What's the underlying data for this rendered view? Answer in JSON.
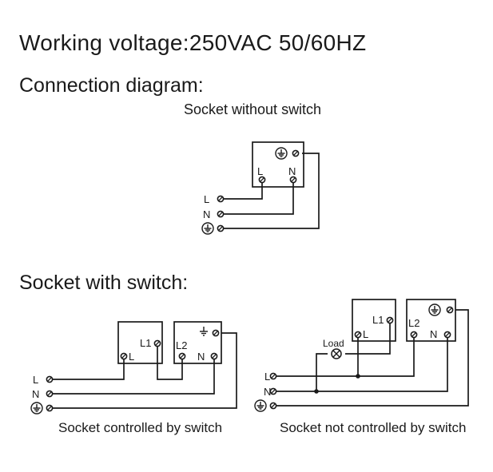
{
  "header": {
    "voltage": "Working voltage:250VAC  50/60HZ",
    "connection_title": "Connection diagram:"
  },
  "diagram1": {
    "title": "Socket without switch",
    "terminal_l": "L",
    "terminal_n": "N",
    "wire_l": "L",
    "wire_n": "N"
  },
  "switch_section": {
    "title": "Socket with switch:"
  },
  "diagram2": {
    "caption": "Socket controlled by switch",
    "terminal_l1": "L1",
    "terminal_l": "L",
    "terminal_l2": "L2",
    "terminal_n": "N",
    "wire_l": "L",
    "wire_n": "N"
  },
  "diagram3": {
    "caption": "Socket not controlled by switch",
    "load_label": "Load",
    "terminal_l1": "L1",
    "terminal_l": "L",
    "terminal_l2": "L2",
    "terminal_n": "N",
    "wire_l": "L",
    "wire_n": "N"
  },
  "icons": {
    "ground": "earth-ground-icon",
    "terminal": "screw-terminal-icon",
    "load": "lamp-load-icon"
  }
}
